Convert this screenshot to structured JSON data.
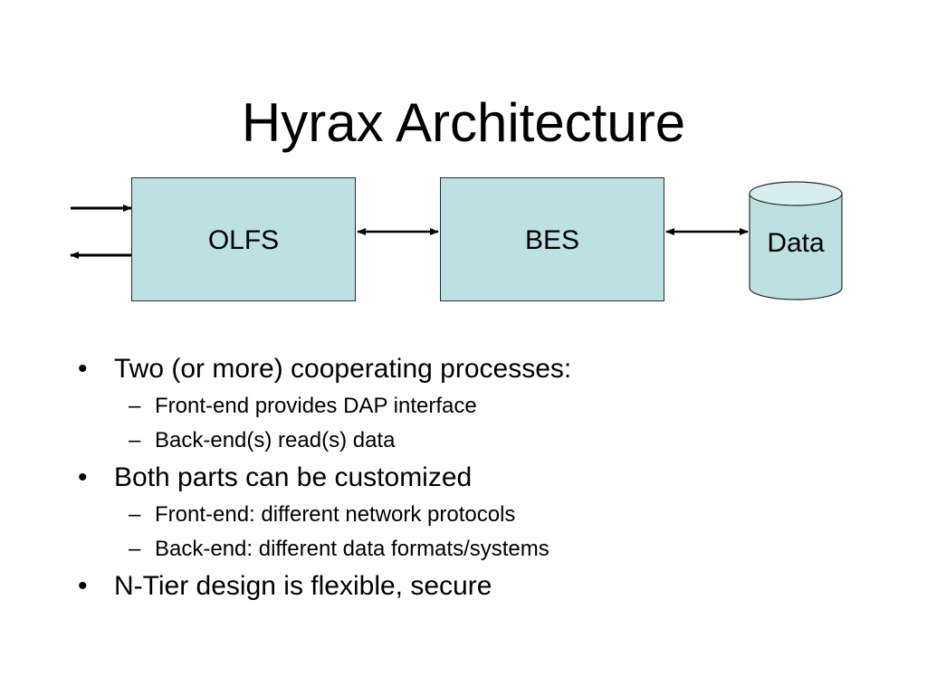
{
  "title": "Hyrax Architecture",
  "diagram": {
    "nodes": {
      "olfs": "OLFS",
      "bes": "BES",
      "data": "Data"
    },
    "colors": {
      "box_fill": "#bde0e2",
      "stroke": "#000000"
    }
  },
  "bullets": [
    {
      "text": "Two (or more) cooperating processes:",
      "sub": [
        "Front-end provides DAP interface",
        "Back-end(s) read(s) data"
      ]
    },
    {
      "text": "Both parts can be customized",
      "sub": [
        "Front-end: different network protocols",
        "Back-end: different data formats/systems"
      ]
    },
    {
      "text": "N-Tier design is flexible, secure",
      "sub": []
    }
  ]
}
